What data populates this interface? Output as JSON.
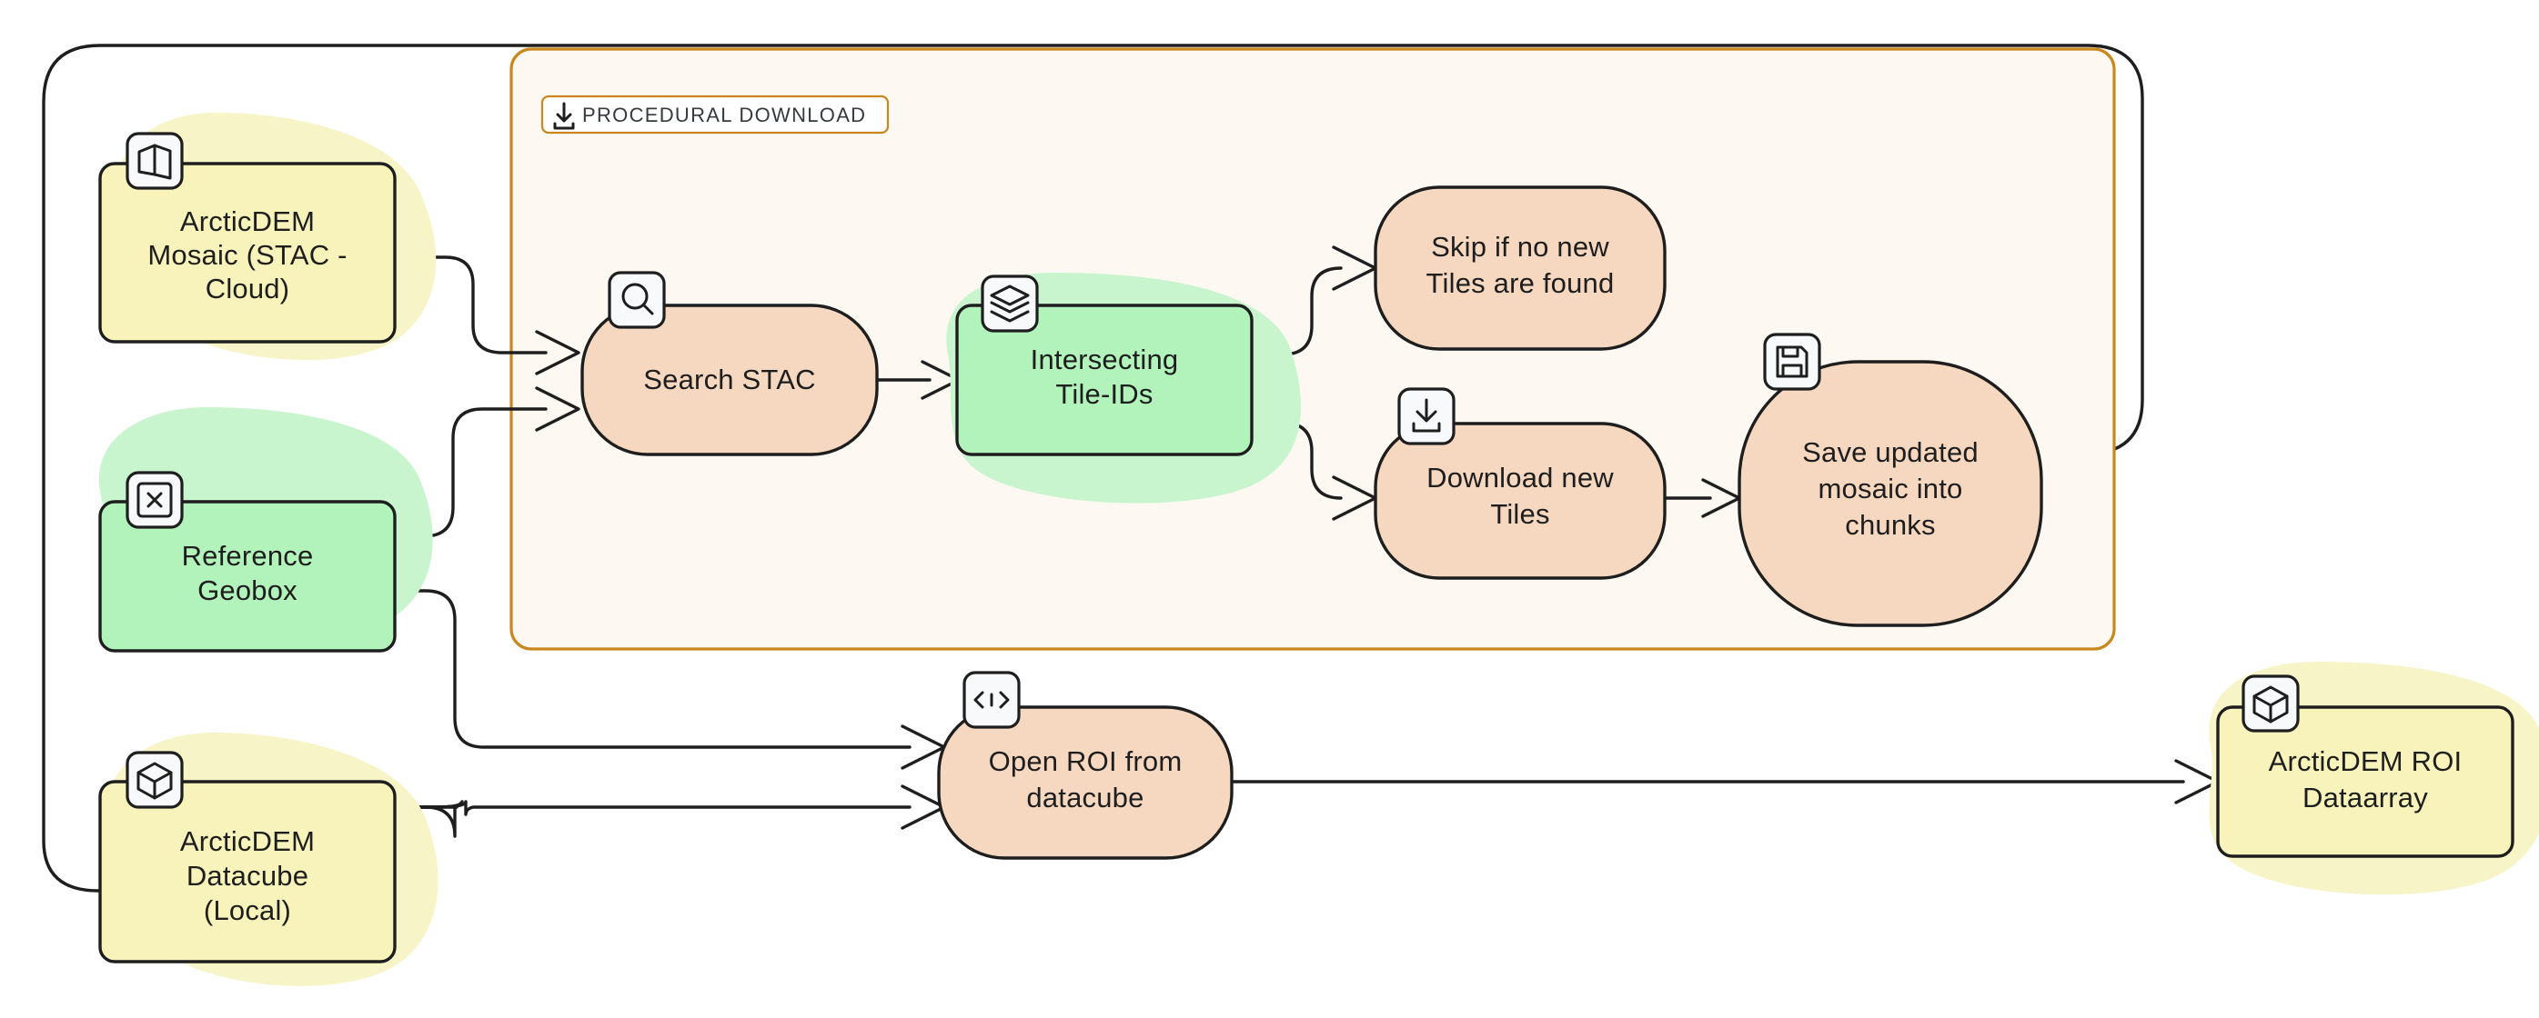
{
  "diagram": {
    "type": "flowchart",
    "title": "",
    "background": "#ffffff",
    "colors": {
      "data_yellow_fill": "#f7f3ba",
      "data_yellow_blob": "#f7f4c8",
      "data_green_fill": "#b2f2bb",
      "data_green_blob": "#c8f5ce",
      "process_peach_fill": "#f6d8c0",
      "stroke_dark": "#1e1e1e",
      "frame_border": "#c9871e",
      "frame_fill": "#fdf8f1",
      "icon_box_fill": "#f8f9fa"
    }
  },
  "frame": {
    "label": "PROCEDURAL DOWNLOAD",
    "icon": "download-icon",
    "border_color": "#c9871e",
    "fill_color": "#fdf8f1"
  },
  "nodes": [
    {
      "id": "arcticdem-mosaic-stac-cloud",
      "label_lines": [
        "ArcticDEM",
        "Mosaic (STAC -",
        "Cloud)"
      ],
      "icon": "map-icon",
      "kind": "data",
      "fill": "#f7f3ba"
    },
    {
      "id": "reference-geobox",
      "label_lines": [
        "Reference",
        "Geobox"
      ],
      "icon": "bounding-box-icon",
      "kind": "data",
      "fill": "#b2f2bb"
    },
    {
      "id": "arcticdem-datacube-local",
      "label_lines": [
        "ArcticDEM",
        "Datacube",
        "(Local)"
      ],
      "icon": "cube-icon",
      "kind": "data",
      "fill": "#f7f3ba"
    },
    {
      "id": "search-stac",
      "label_lines": [
        "Search STAC"
      ],
      "icon": "search-icon",
      "kind": "process",
      "fill": "#f6d8c0"
    },
    {
      "id": "intersecting-tile-ids",
      "label_lines": [
        "Intersecting",
        "Tile-IDs"
      ],
      "icon": "layers-icon",
      "kind": "data",
      "fill": "#b2f2bb"
    },
    {
      "id": "skip-if-no-new-tiles",
      "label_lines": [
        "Skip if no new",
        "Tiles are found"
      ],
      "icon": null,
      "kind": "process",
      "fill": "#f6d8c0"
    },
    {
      "id": "download-new-tiles",
      "label_lines": [
        "Download new",
        "Tiles"
      ],
      "icon": "download-icon",
      "kind": "process",
      "fill": "#f6d8c0"
    },
    {
      "id": "save-updated-mosaic-into-chunks",
      "label_lines": [
        "Save updated",
        "mosaic into",
        "chunks"
      ],
      "icon": "save-icon",
      "kind": "process",
      "fill": "#f6d8c0"
    },
    {
      "id": "open-roi-from-datacube",
      "label_lines": [
        "Open ROI from",
        "datacube"
      ],
      "icon": "code-icon",
      "kind": "process",
      "fill": "#f6d8c0"
    },
    {
      "id": "arcticdem-roi-dataarray",
      "label_lines": [
        "ArcticDEM ROI",
        "Dataarray"
      ],
      "icon": "cube-icon",
      "kind": "data",
      "fill": "#f7f3ba"
    }
  ],
  "edges": [
    {
      "from": "arcticdem-mosaic-stac-cloud",
      "to": "search-stac"
    },
    {
      "from": "reference-geobox",
      "to": "search-stac"
    },
    {
      "from": "search-stac",
      "to": "intersecting-tile-ids"
    },
    {
      "from": "intersecting-tile-ids",
      "to": "skip-if-no-new-tiles"
    },
    {
      "from": "intersecting-tile-ids",
      "to": "download-new-tiles"
    },
    {
      "from": "download-new-tiles",
      "to": "save-updated-mosaic-into-chunks"
    },
    {
      "from": "save-updated-mosaic-into-chunks",
      "to": "arcticdem-datacube-local"
    },
    {
      "from": "reference-geobox",
      "to": "open-roi-from-datacube"
    },
    {
      "from": "arcticdem-datacube-local",
      "to": "open-roi-from-datacube"
    },
    {
      "from": "open-roi-from-datacube",
      "to": "arcticdem-roi-dataarray"
    }
  ]
}
